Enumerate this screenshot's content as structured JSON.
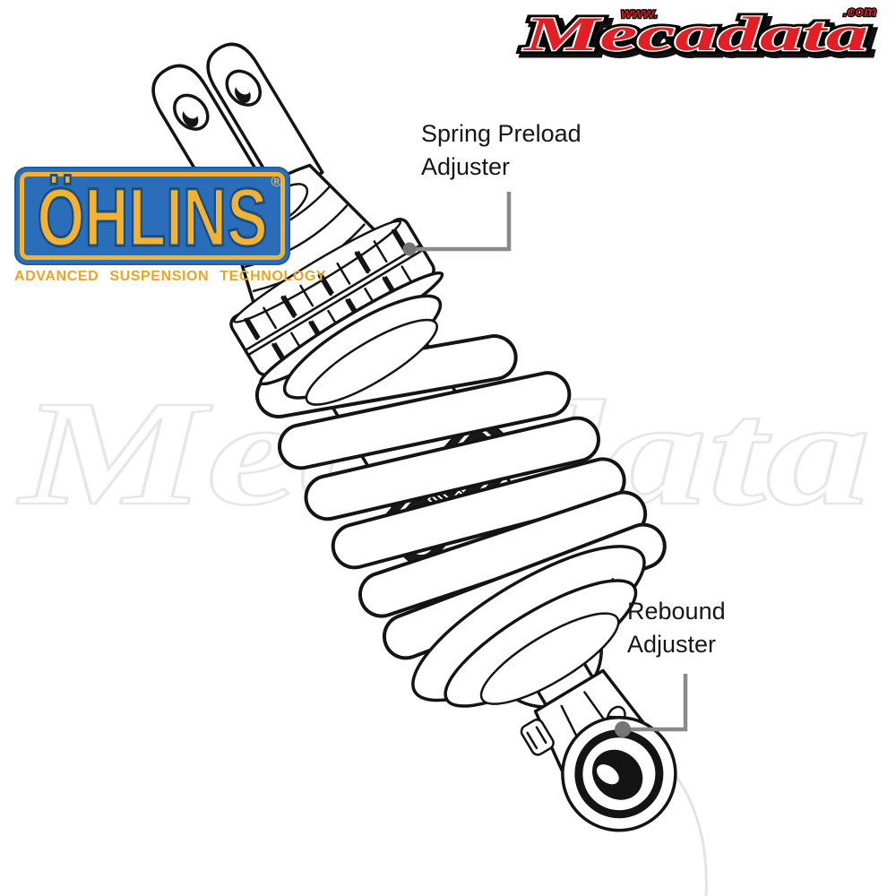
{
  "header": {
    "mecadata_logo": {
      "www": "www.",
      "name": "Mecadata",
      "com": ".com"
    }
  },
  "ohlins_logo": {
    "name": "ÖHLINS",
    "registered": "®",
    "tagline": "ADVANCED  SUSPENSION  TECHNOLOGY"
  },
  "watermark": {
    "text": "Mecadata"
  },
  "annotations": {
    "spring_preload": {
      "line1": "Spring Preload",
      "line2": "Adjuster"
    },
    "rebound": {
      "line1": "Rebound",
      "line2": "Adjuster"
    }
  },
  "diagram": {
    "sticker_text": "ÖHLINS"
  },
  "colors": {
    "ohlins_blue": "#2a6db8",
    "ohlins_yellow": "#f3b232",
    "tagline_orange": "#f0a226",
    "mecadata_red": "#e31e24",
    "leader_gray": "#8a8a8a",
    "drawing_line": "#141414",
    "watermark_gray": "#e7e7e7"
  }
}
